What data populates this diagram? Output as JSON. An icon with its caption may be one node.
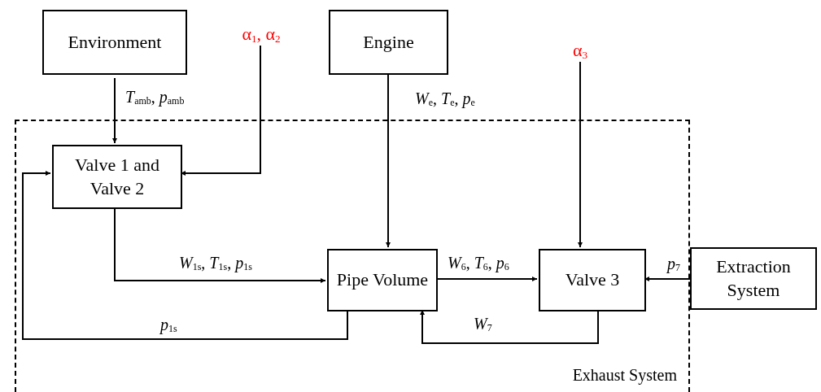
{
  "diagram": {
    "nodes": [
      {
        "text": [
          "Exhaust System"
        ]
      },
      {
        "text": [
          "Environment"
        ]
      },
      {
        "text": [
          "α$_{1}$, α$_{2}$"
        ]
      },
      {
        "text": [
          "Engine"
        ]
      },
      {
        "text": [
          "α$_{3}$"
        ]
      },
      {
        "text": [
          "Valve 1 and Valve 2"
        ],
        "in": 0
      },
      {
        "text": [
          "Pipe Volume"
        ],
        "in": 0
      },
      {
        "text": [
          "Valve 3"
        ],
        "in": 0
      },
      {
        "text": [
          "Extraction System"
        ]
      }
    ],
    "edges": [
      {
        "from": 1,
        "to": 5,
        "arrow": "to",
        "label": "*T*$_{amb}$, *p*$_{amb}$"
      },
      {
        "from": 2,
        "to": 5,
        "arrow": "to"
      },
      {
        "from": 3,
        "to": 6,
        "arrow": "to",
        "label": "*W*$_{e}$, *T*$_{e}$, *p*$_{e}$"
      },
      {
        "from": 4,
        "to": 7,
        "arrow": "to"
      },
      {
        "from": 5,
        "to": 6,
        "arrow": "to",
        "label": "*W*$_{1s}$, *T*$_{1s}$, *p*$_{1s}$"
      },
      {
        "from": 6,
        "to": 5,
        "arrow": "to",
        "label": "*p*$_{1s}$"
      },
      {
        "from": 6,
        "to": 7,
        "arrow": "to",
        "label": "*W*$_{6}$, *T*$_{6}$, *p*$_{6}$"
      },
      {
        "from": 8,
        "to": 7,
        "arrow": "to",
        "label": "*p*$_{7}$"
      },
      {
        "from": 7,
        "to": 6,
        "arrow": "to",
        "label": "*W*$_{7}$"
      }
    ]
  }
}
